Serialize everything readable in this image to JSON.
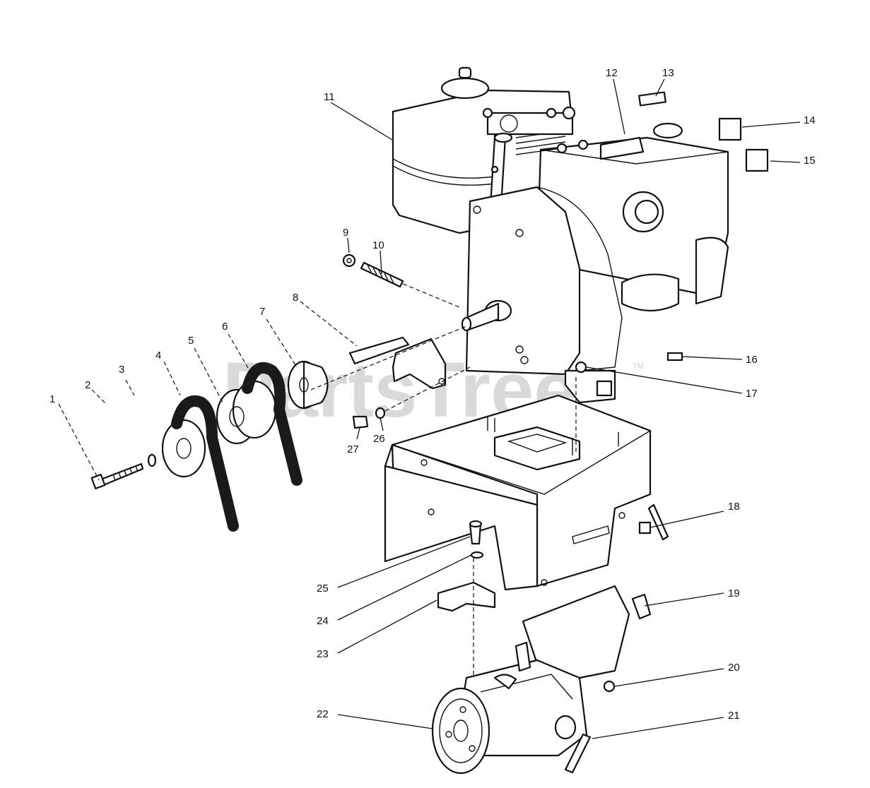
{
  "watermark": "PartsTree",
  "watermark_tm": "TM",
  "callouts": [
    "1",
    "2",
    "3",
    "4",
    "5",
    "6",
    "7",
    "8",
    "9",
    "10",
    "11",
    "12",
    "13",
    "14",
    "15",
    "16",
    "17",
    "18",
    "19",
    "20",
    "21",
    "22",
    "23",
    "24",
    "25",
    "26",
    "27"
  ]
}
